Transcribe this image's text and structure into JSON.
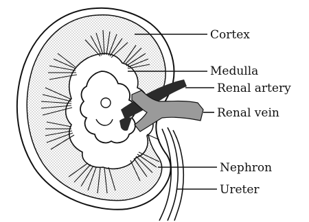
{
  "diagram": {
    "labels": {
      "cortex": "Cortex",
      "medulla": "Medulla",
      "renal_artery": "Renal artery",
      "renal_vein": "Renal vein",
      "nephron": "Nephron",
      "ureter": "Ureter"
    },
    "colors": {
      "stipple": "#8a8a8a",
      "vein": "#9a9a9a",
      "artery": "#2b2b2b",
      "outline": "#111111"
    }
  }
}
